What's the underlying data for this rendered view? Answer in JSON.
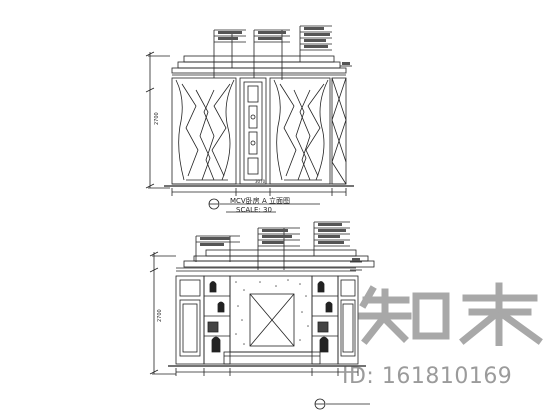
{
  "drawings": [
    {
      "caption": "MCV卧房 A 立面图",
      "scale_label": "SCALE: 30",
      "note_count_top": 9,
      "note_count_side": 1
    },
    {
      "caption": "",
      "note_count_top": 14,
      "note_count_side": 2
    }
  ],
  "watermark": {
    "cjk_text": "知末",
    "id_text": "ID: 161810169"
  },
  "colors": {
    "ink": "#222222",
    "watermark": "#a0a0a0"
  }
}
